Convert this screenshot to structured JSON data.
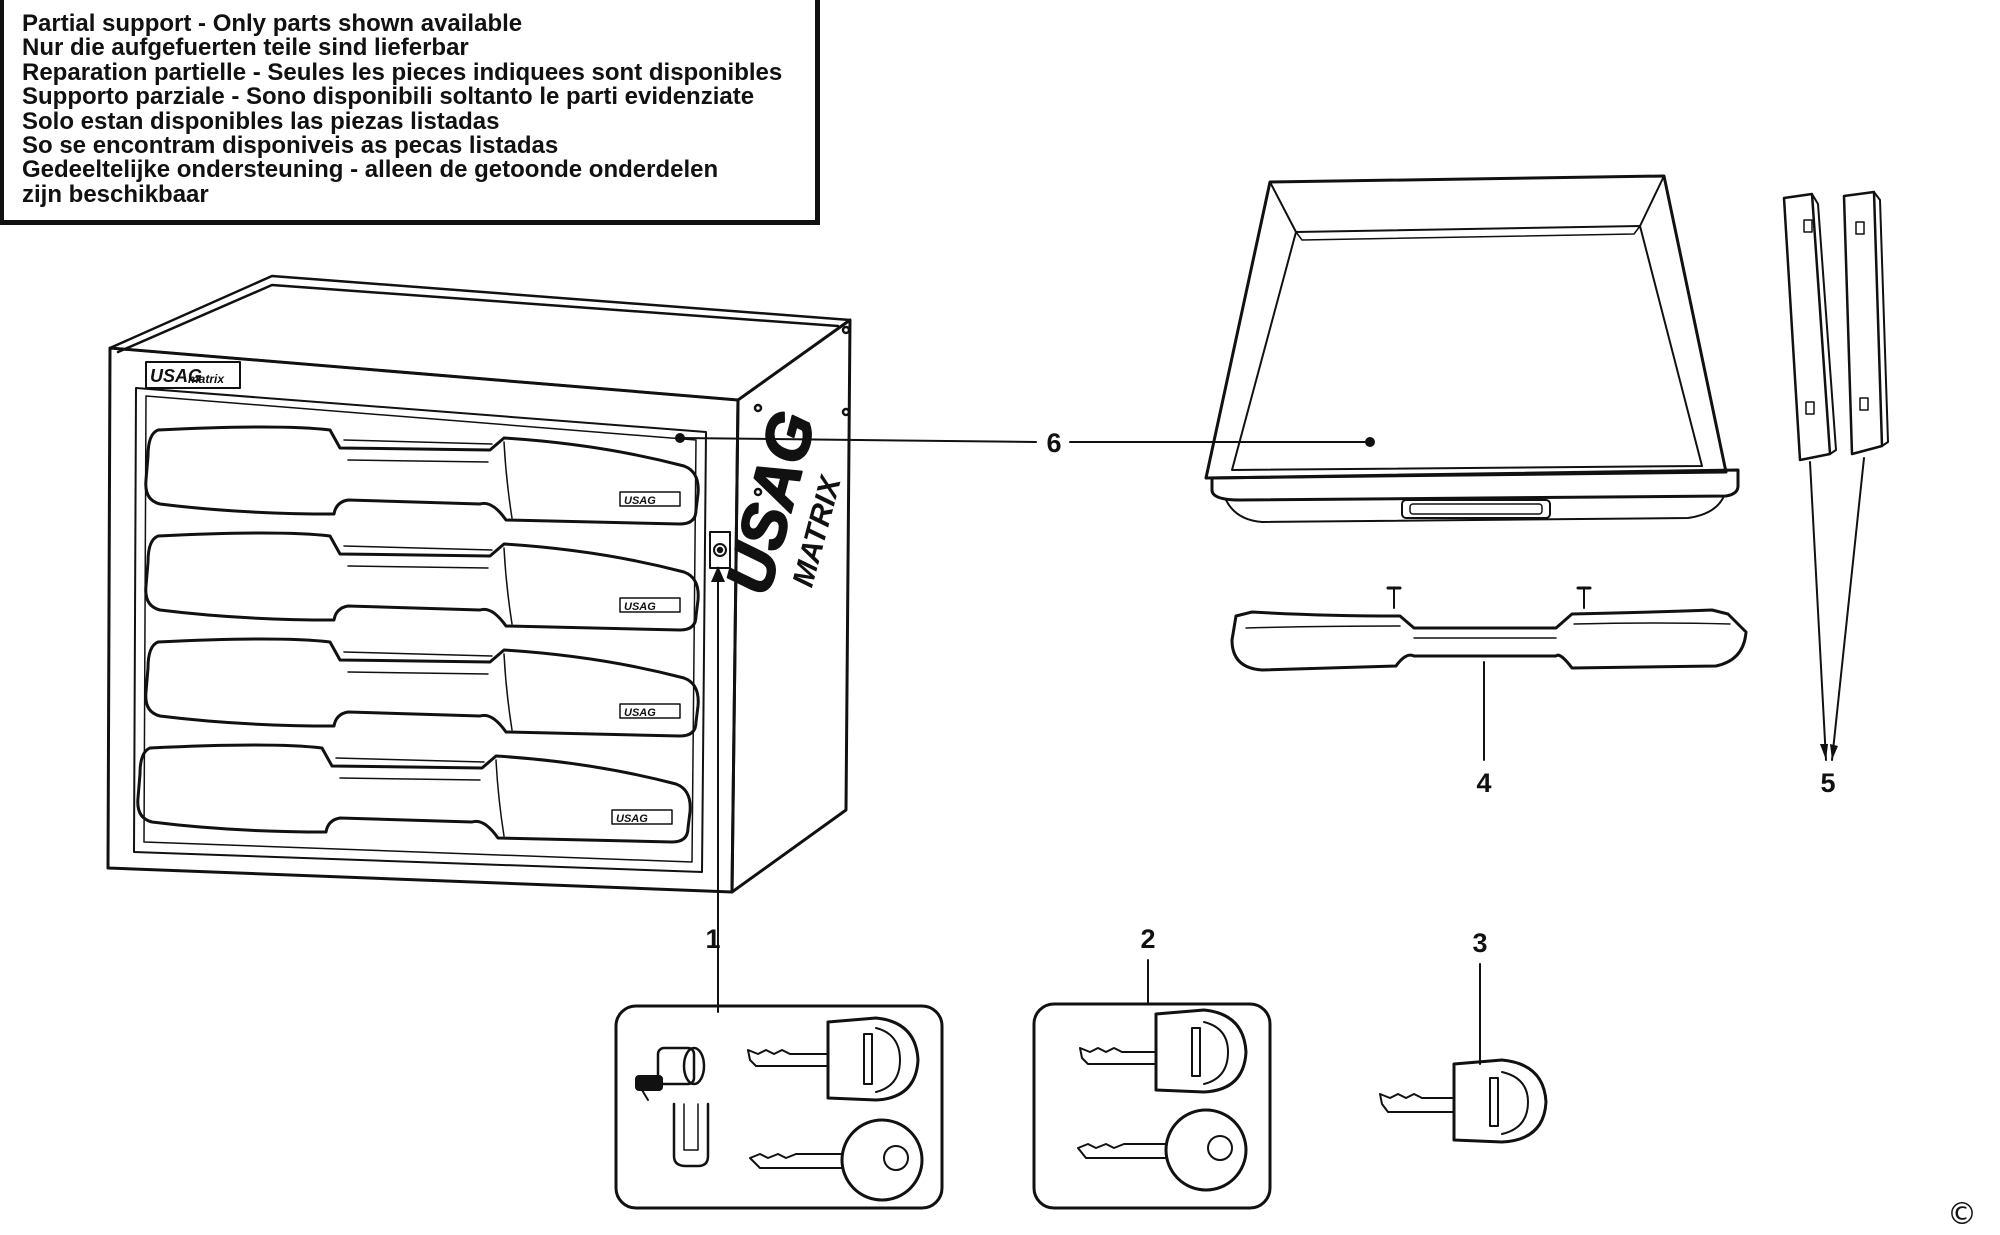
{
  "notice": {
    "lines": [
      "Partial support - Only parts shown available",
      "Nur die aufgefuerten teile sind lieferbar",
      "Reparation partielle - Seules les pieces indiquees sont disponibles",
      "Supporto parziale - Sono disponibili soltanto le parti evidenziate",
      "Solo estan disponibles las piezas listadas",
      "So se encontram disponiveis as pecas listadas",
      "Gedeeltelijke ondersteuning - alleen de getoonde onderdelen",
      "zijn beschikbaar"
    ]
  },
  "callouts": {
    "c1": "1",
    "c2": "2",
    "c3": "3",
    "c4": "4",
    "c5": "5",
    "c6": "6"
  },
  "branding": {
    "cabinet_logo": "USAG",
    "cabinet_logo_sub": "matrix",
    "drawer_badge": "USAG",
    "side_logo": "USAG",
    "side_logo_sub": "MATRIX"
  },
  "copyright_symbol": "©",
  "colors": {
    "ink": "#111111",
    "paper": "#ffffff"
  }
}
